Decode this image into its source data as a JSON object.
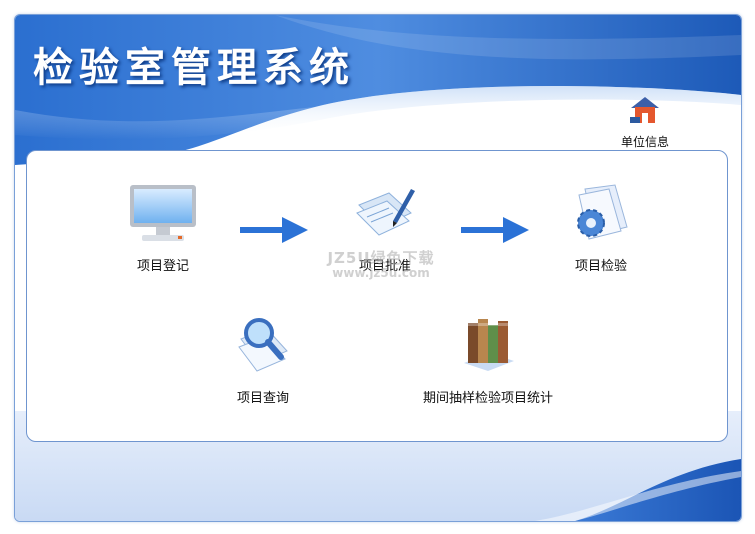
{
  "app": {
    "title": "检验室管理系统"
  },
  "toolbar": {
    "unit_info_label": "单位信息"
  },
  "modules": [
    {
      "label": "项目登记",
      "icon": "monitor-icon"
    },
    {
      "label": "项目批准",
      "icon": "document-pen-icon"
    },
    {
      "label": "项目检验",
      "icon": "gear-document-icon"
    },
    {
      "label": "项目查询",
      "icon": "magnifier-icon"
    },
    {
      "label": "期间抽样检验项目统计",
      "icon": "books-icon"
    }
  ],
  "watermark": {
    "line1": "JZ5U绿色下载",
    "line2": "www.jz5u.com"
  },
  "colors": {
    "header_blue": "#1d63c7",
    "arrow_blue": "#2b72d6",
    "panel_border": "#6f95cf"
  }
}
